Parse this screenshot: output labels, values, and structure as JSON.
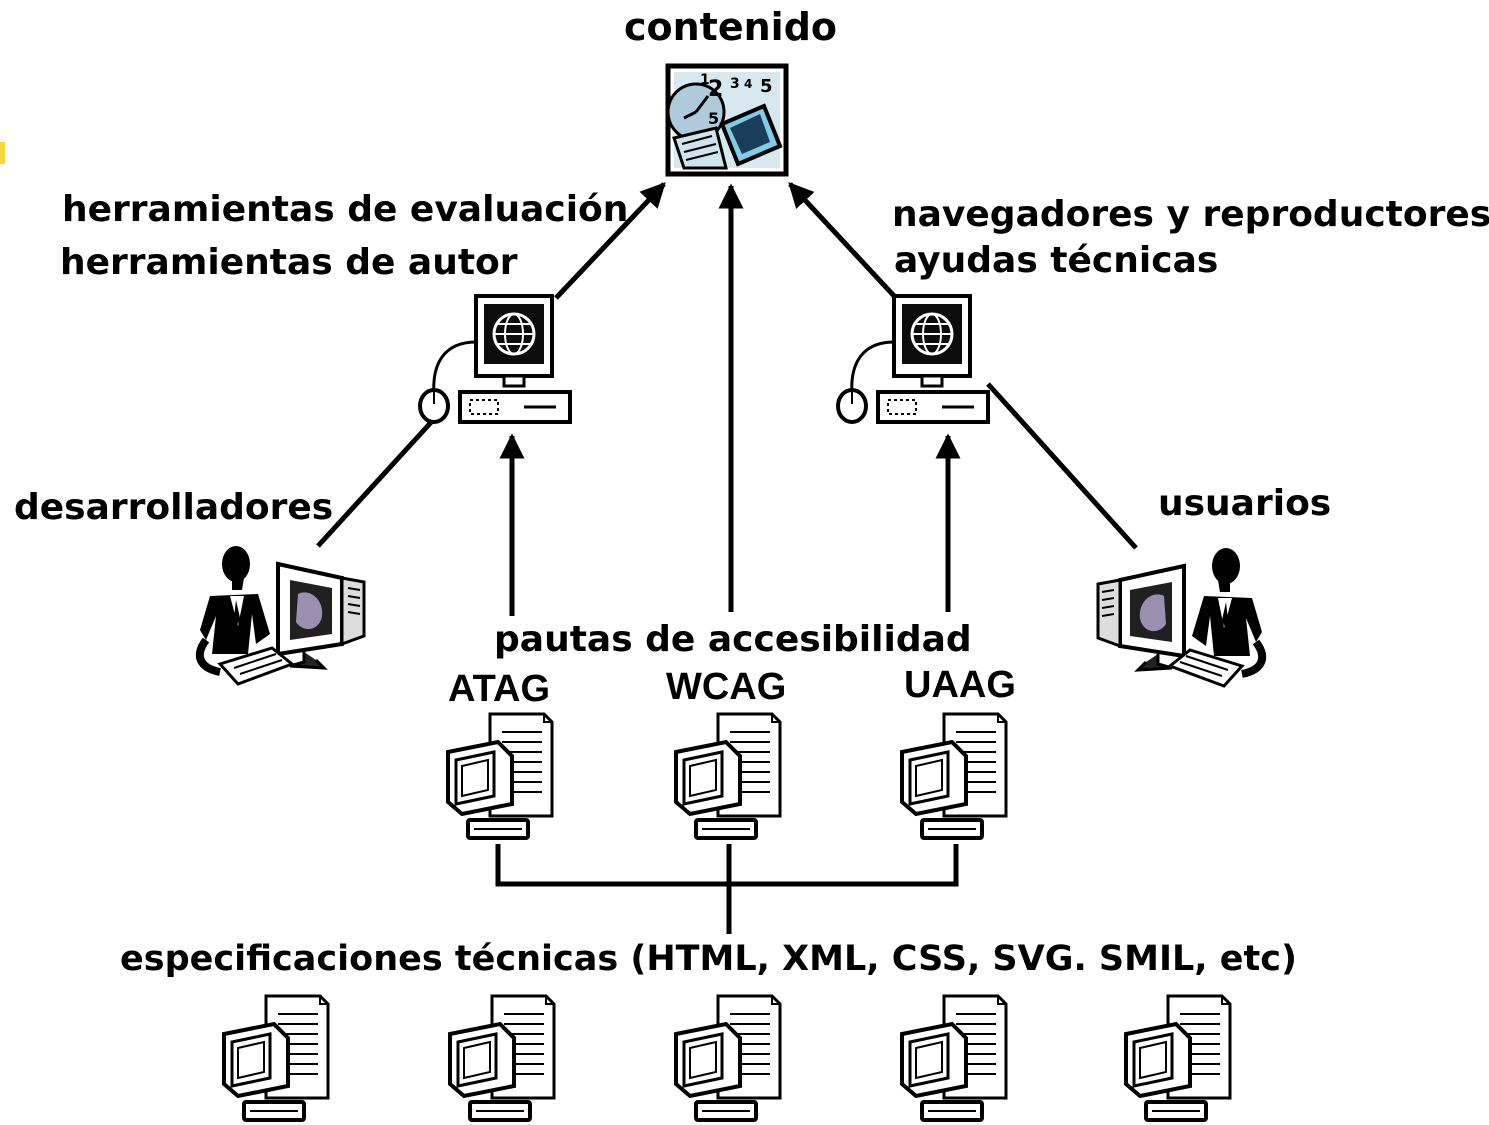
{
  "labels": {
    "contenido": "contenido",
    "eval_tools": "herramientas de evaluación",
    "author_tools": "herramientas de autor",
    "browsers": "navegadores y reproductores",
    "assistive": "ayudas técnicas",
    "developers": "desarrolladores",
    "users": "usuarios",
    "guidelines": "pautas de accesibilidad",
    "atag": "ATAG",
    "wcag": "WCAG",
    "uaag": "UAAG",
    "specs": "especificaciones técnicas (HTML, XML, CSS, SVG. SMIL, etc)"
  },
  "icons": {
    "content": "content-collage-icon",
    "workstation": "computer-globe-icon",
    "person": "person-at-computer-icon",
    "document": "computer-document-icon"
  },
  "colors": {
    "line": "#000000",
    "screen": "#1b3d5c",
    "accent": "#f7d83a"
  }
}
